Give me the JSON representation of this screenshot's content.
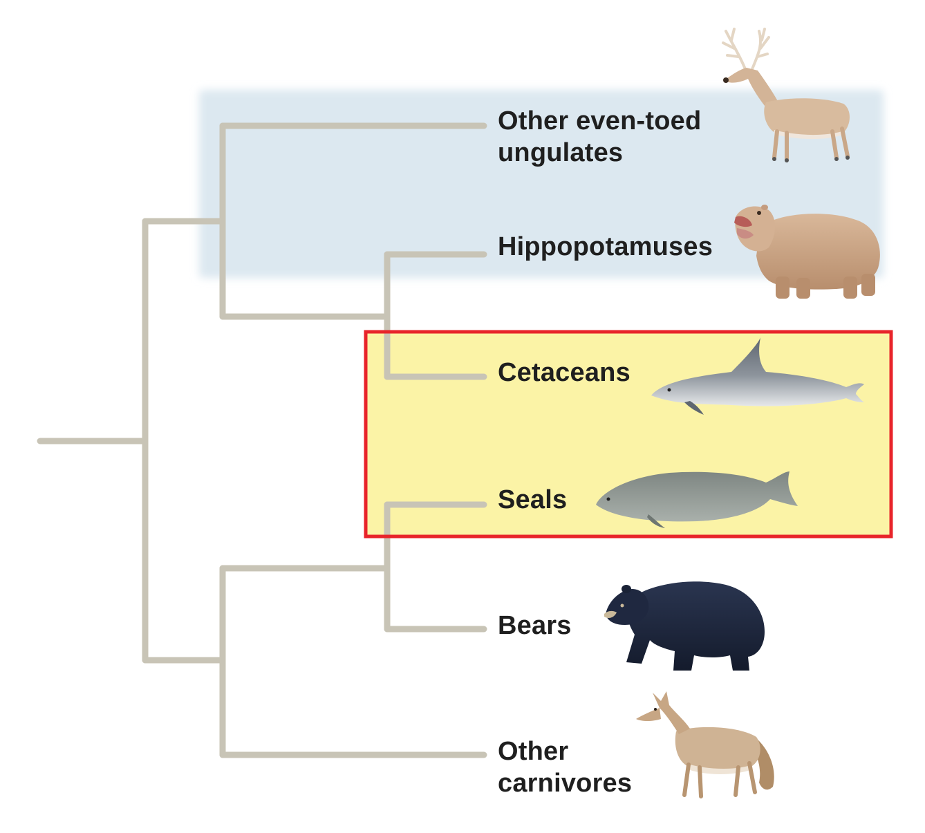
{
  "diagram": {
    "colors": {
      "branch": "#c8c4b6",
      "ungulate_highlight": "#dce8f0",
      "marine_highlight": "#fbf3a6",
      "marine_box_border": "#e8242a",
      "label_text": "#1f1f1f"
    },
    "taxa": [
      {
        "id": "other-even-toed-ungulates",
        "label": "Other even-toed\nungulates",
        "icon": "deer-icon"
      },
      {
        "id": "hippopotamuses",
        "label": "Hippopotamuses",
        "icon": "hippopotamus-icon"
      },
      {
        "id": "cetaceans",
        "label": "Cetaceans",
        "icon": "dolphin-icon"
      },
      {
        "id": "seals",
        "label": "Seals",
        "icon": "seal-icon"
      },
      {
        "id": "bears",
        "label": "Bears",
        "icon": "bear-icon"
      },
      {
        "id": "other-carnivores",
        "label": "Other\ncarnivores",
        "icon": "coyote-icon"
      }
    ]
  }
}
